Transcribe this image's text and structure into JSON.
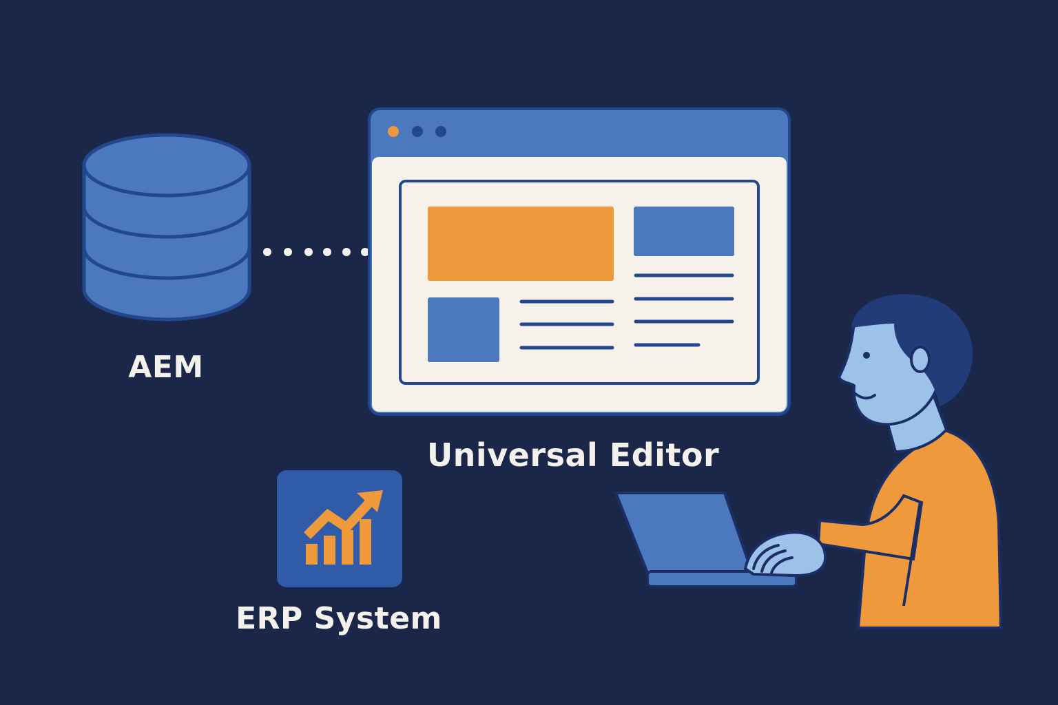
{
  "nodes": {
    "aem": {
      "label": "AEM",
      "icon": "database-icon"
    },
    "universal_editor": {
      "label": "Universal Editor",
      "icon": "browser-window-icon"
    },
    "erp": {
      "label": "ERP System",
      "icon": "growth-chart-icon"
    },
    "user": {
      "icon": "person-with-laptop-icon"
    }
  },
  "colors": {
    "background": "#1b2749",
    "blue": "#4c78bd",
    "blue_dark": "#23478e",
    "orange": "#ee9a3c",
    "cream": "#f6f1e9",
    "skin": "#9cc2ea",
    "hair": "#213c79",
    "text": "#f4f1ec"
  }
}
